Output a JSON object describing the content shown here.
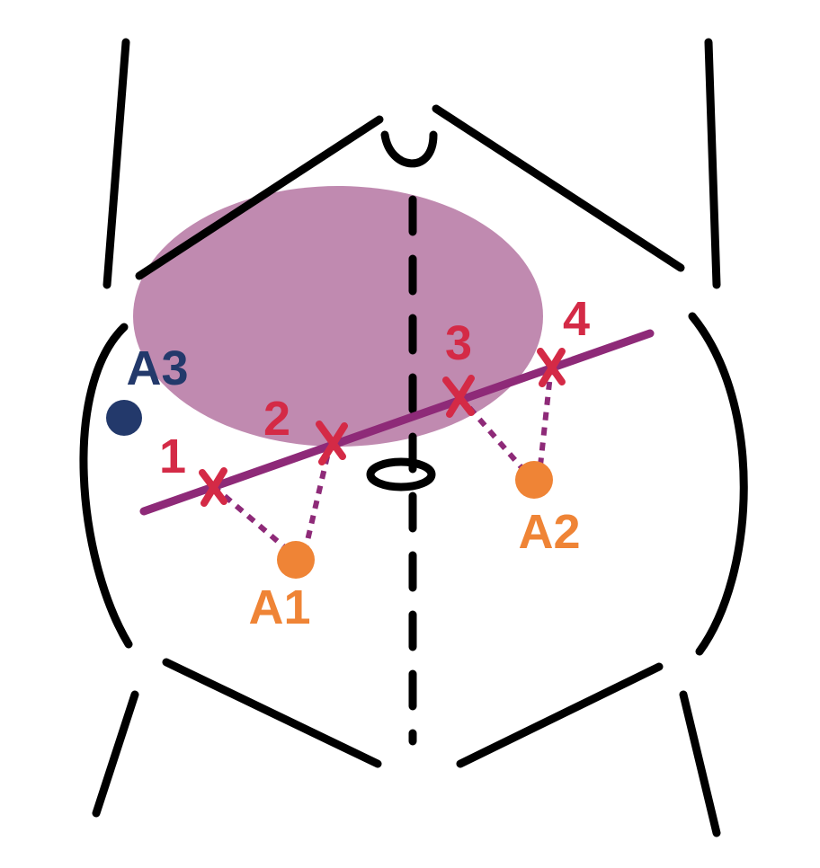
{
  "colors": {
    "outline": "#000000",
    "region": "#c08ab0",
    "line": "#8e2a78",
    "marker": "#d42a46",
    "connector": "#8e2a78",
    "port_orange": "#ef8436",
    "port_navy": "#23396b"
  },
  "markers": [
    {
      "id": "m1",
      "label": "1"
    },
    {
      "id": "m2",
      "label": "2"
    },
    {
      "id": "m3",
      "label": "3"
    },
    {
      "id": "m4",
      "label": "4"
    }
  ],
  "ports": [
    {
      "id": "a1",
      "label": "A1"
    },
    {
      "id": "a2",
      "label": "A2"
    },
    {
      "id": "a3",
      "label": "A3"
    }
  ]
}
